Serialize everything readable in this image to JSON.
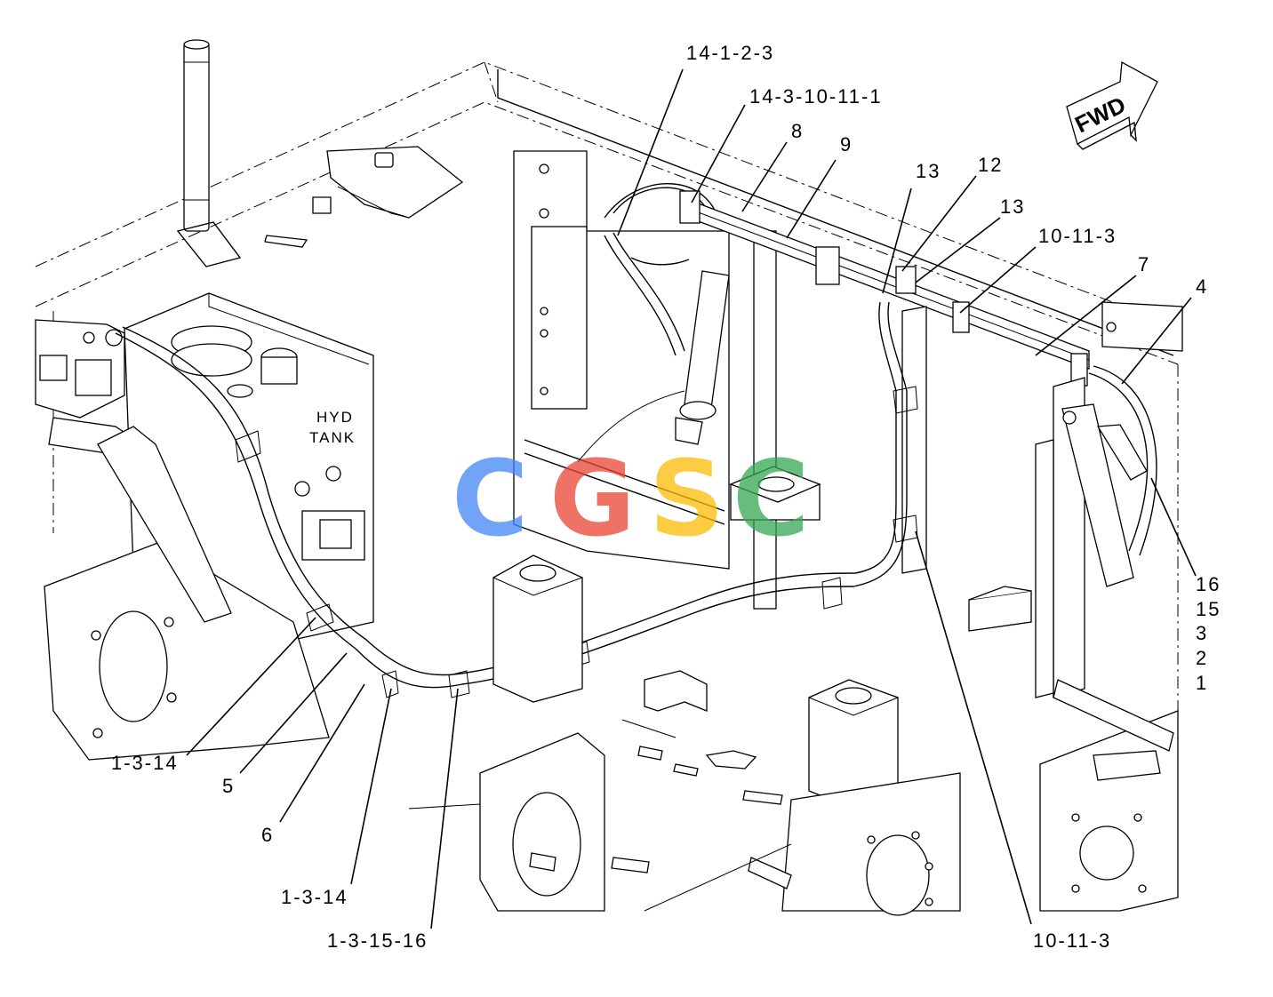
{
  "diagram": {
    "callouts": {
      "c_14_1_2_3": "14-1-2-3",
      "c_14_3_10_11_1": "14-3-10-11-1",
      "c_8": "8",
      "c_9": "9",
      "c_13_a": "13",
      "c_12": "12",
      "c_13_b": "13",
      "c_10_11_3_top": "10-11-3",
      "c_7": "7",
      "c_4": "4",
      "c_16": "16",
      "c_15": "15",
      "c_3": "3",
      "c_2": "2",
      "c_1": "1",
      "c_1_3_14_a": "1-3-14",
      "c_5": "5",
      "c_6": "6",
      "c_1_3_14_b": "1-3-14",
      "c_1_3_15_16": "1-3-15-16",
      "c_10_11_3_bottom": "10-11-3"
    },
    "tank_label_line1": "HYD",
    "tank_label_line2": "TANK",
    "fwd_label": "FWD"
  },
  "watermark": {
    "letters": [
      "C",
      "G",
      "S",
      "C"
    ],
    "colors": [
      "#4285F4",
      "#EA4335",
      "#FBBC05",
      "#34A853"
    ]
  }
}
